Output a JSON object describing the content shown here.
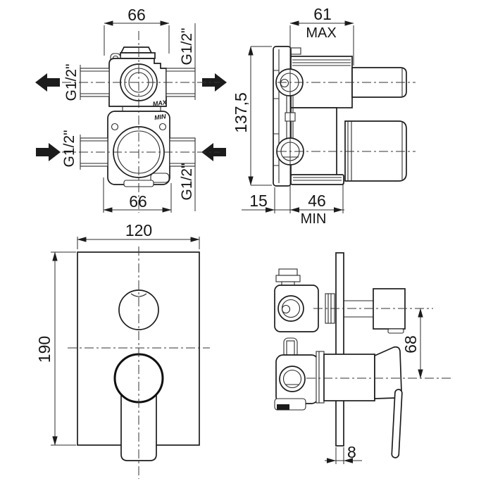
{
  "meta": {
    "background": "#ffffff",
    "ink": "#1c1c1c",
    "description": "Technical dimension drawing of a concealed two-control shower mixer: rough-in valve body front and side views (top), finished trim plate front and side views (bottom)"
  },
  "views": {
    "rough_in_front": {
      "dim_width_top": "66",
      "dim_width_bottom": "66",
      "port_label_top_right": "G1/2\"",
      "port_label_left_top": "G1/2\"",
      "port_label_left_bottom": "G1/2\"",
      "port_label_bottom_right": "G1/2\"",
      "body_label_max": "MAX",
      "body_label_min": "MIN"
    },
    "rough_in_side": {
      "dim_depth_max": "61",
      "depth_max_qualifier": "MAX",
      "dim_height": "137,5",
      "dim_flange_offset": "15",
      "dim_depth_min": "46",
      "depth_min_qualifier": "MIN"
    },
    "trim_front": {
      "dim_width": "120",
      "dim_height": "190"
    },
    "trim_side": {
      "dim_centers_distance": "68",
      "dim_plate_thickness": "8"
    }
  }
}
